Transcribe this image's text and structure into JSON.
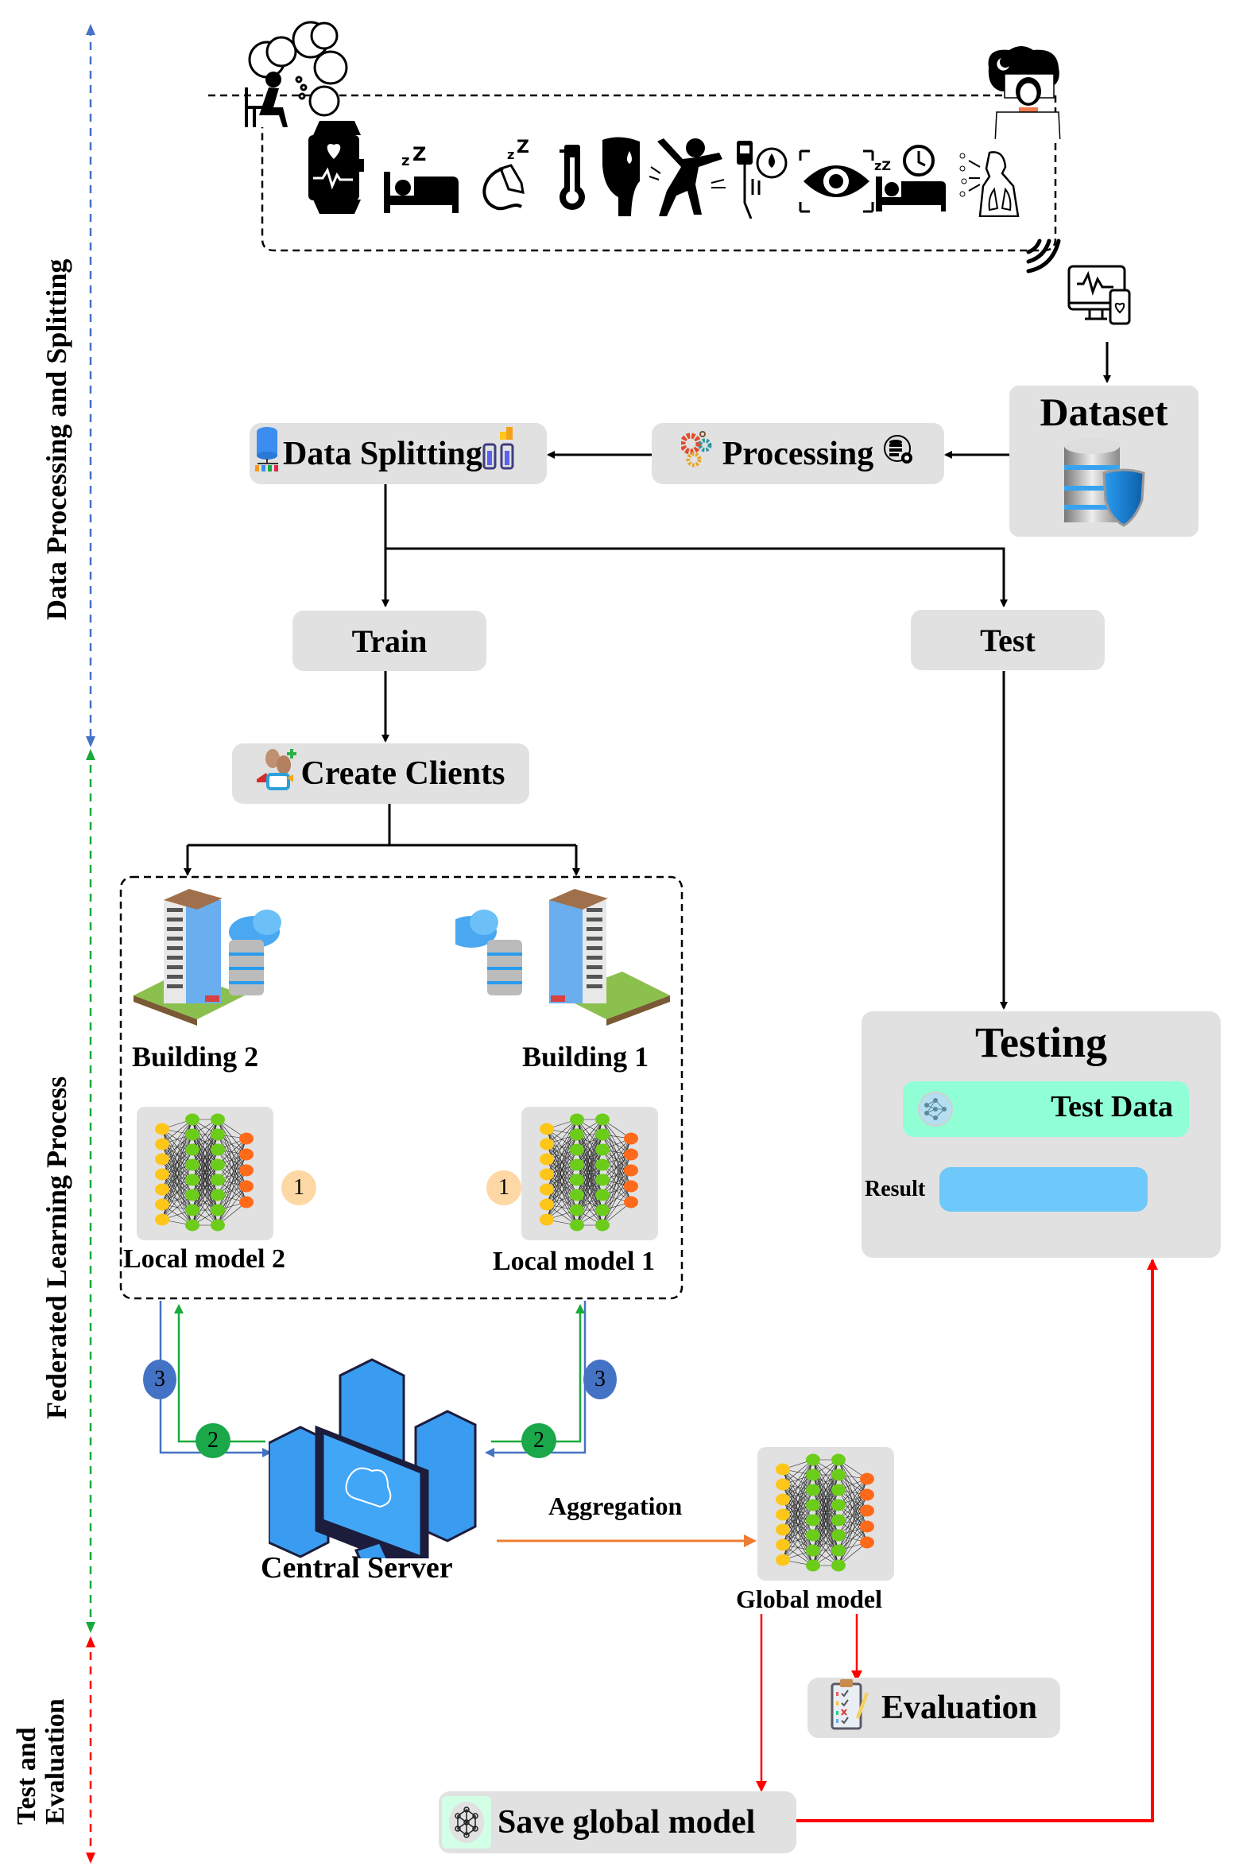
{
  "phases": [
    {
      "label": "Data Processing and Splitting",
      "color": "#4472c4"
    },
    {
      "label": "Federated Learning Process",
      "color": "#1aaa3c"
    },
    {
      "label": "Test and Evaluation",
      "color": "#ff0000"
    }
  ],
  "sensors": {
    "icons": [
      "smartwatch-heart-icon",
      "sleeping-bed-icon",
      "snoring-icon",
      "thermometer-icon",
      "sweating-face-icon",
      "seizure-person-icon",
      "glucose-meter-icon",
      "eye-scan-icon",
      "sleep-schedule-icon",
      "respiratory-icon"
    ],
    "stressed_person_icon": "thinking-person-icon",
    "insomnia_icon": "insomnia-woman-icon",
    "wireless_icon": "wireless-signal-icon",
    "monitor_icon": "health-monitor-icon"
  },
  "nodes": {
    "dataset": "Dataset",
    "processing": "Processing",
    "data_splitting": "Data Splitting",
    "train": "Train",
    "test": "Test",
    "create_clients": "Create Clients",
    "building2": "Building 2",
    "building1": "Building 1",
    "local_model2": "Local model 2",
    "local_model1": "Local model 1",
    "central_server": "Central Server",
    "aggregation": "Aggregation",
    "global_model": "Global model",
    "evaluation": "Evaluation",
    "save_global_model": "Save global model",
    "testing": "Testing",
    "test_data": "Test Data",
    "result": "Result"
  },
  "steps": {
    "step1": "1",
    "step2": "2",
    "step3": "3"
  },
  "colors": {
    "box_gray": "#e1e1e1",
    "step1": "#fdd8a4",
    "step2": "#1aa84a",
    "step3": "#4472c4",
    "aggregation_arrow": "#ed7d31",
    "eval_arrow": "#ff0000",
    "test_data_fill": "#90ffd6",
    "result_fill": "#6ec8fa"
  }
}
